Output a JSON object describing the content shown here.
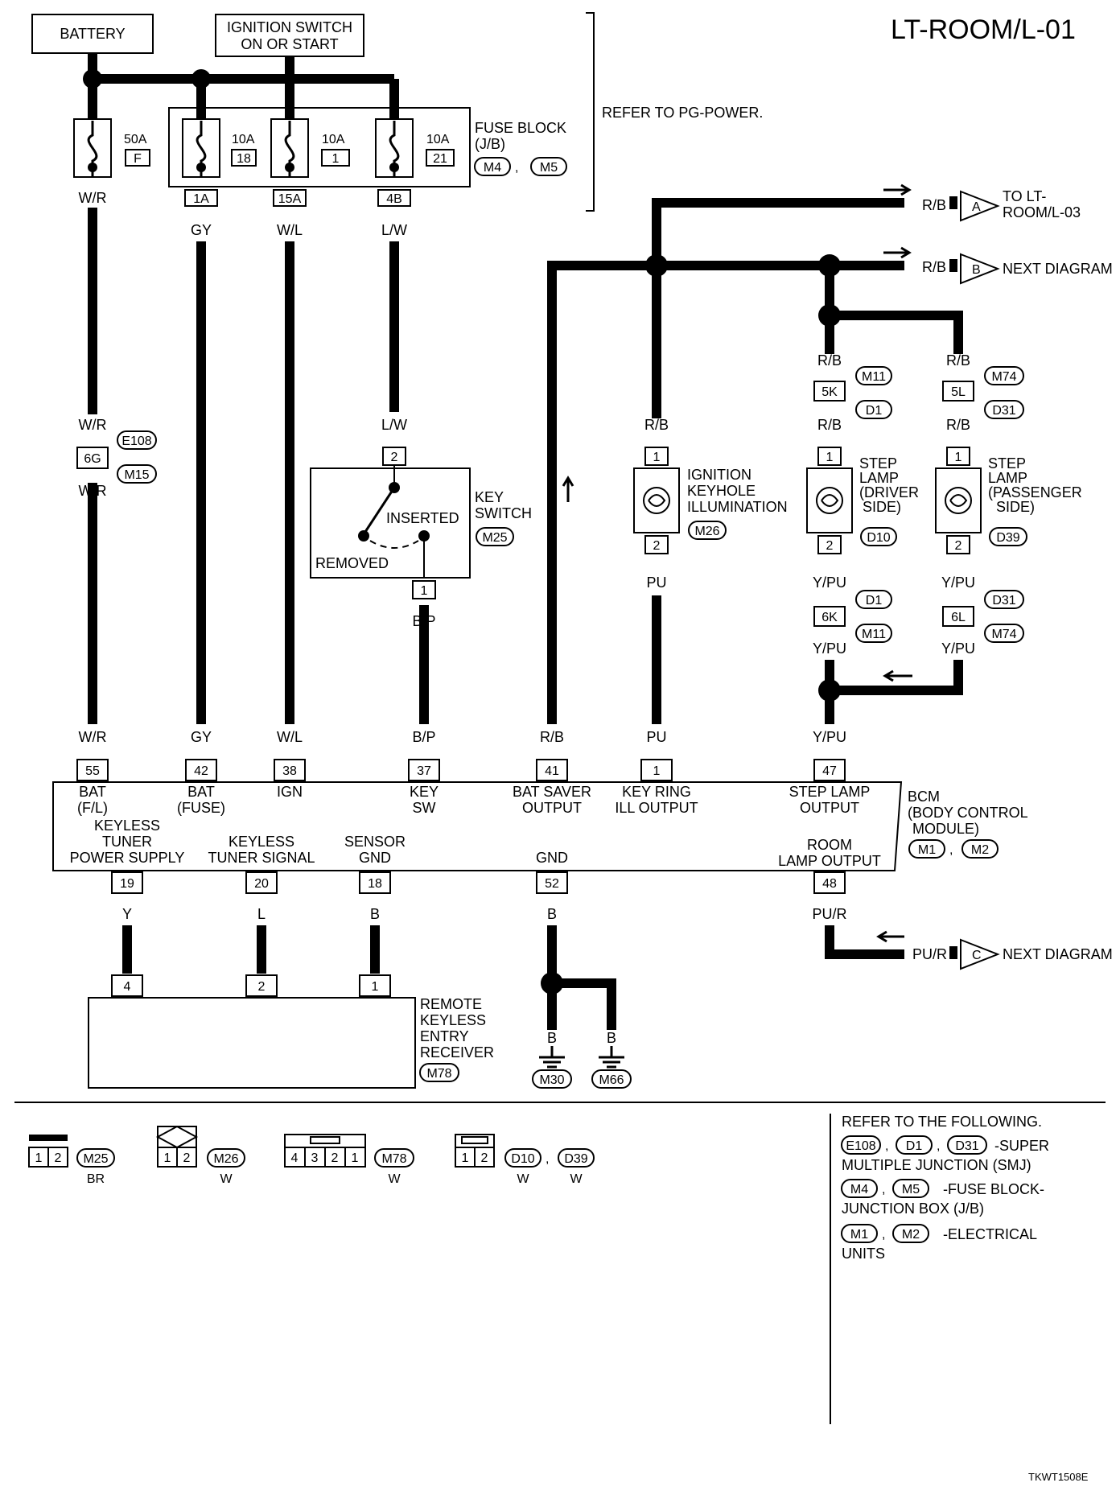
{
  "title": "LT-ROOM/L-01",
  "figure_id": "TKWT1508E",
  "power": {
    "battery": "BATTERY",
    "ignition_line1": "IGNITION SWITCH",
    "ignition_line2": "ON OR START",
    "refer_power": "REFER TO PG-POWER."
  },
  "fuse_block": {
    "line1": "FUSE BLOCK",
    "line2": "(J/B)",
    "conn_a": "M4",
    "conn_b": "M5",
    "sep": ","
  },
  "fuses": [
    {
      "amp": "50A",
      "num": "F"
    },
    {
      "amp": "10A",
      "num": "18",
      "term": "1A"
    },
    {
      "amp": "10A",
      "num": "1",
      "term": "15A"
    },
    {
      "amp": "10A",
      "num": "21",
      "term": "4B"
    }
  ],
  "wires": {
    "wr": "W/R",
    "gy": "GY",
    "wl": "W/L",
    "lw": "L/W",
    "bp": "B/P",
    "rb": "R/B",
    "pu": "PU",
    "ypu": "Y/PU",
    "pur": "PU/R",
    "y": "Y",
    "l": "L",
    "b": "B"
  },
  "offpage": {
    "a_letter": "A",
    "a_line1": "TO LT-",
    "a_line2": "ROOM/L-03",
    "b_letter": "B",
    "b_text": "NEXT DIAGRAM",
    "c_letter": "C",
    "c_text": "NEXT DIAGRAM"
  },
  "smj_left": {
    "term": "6G",
    "c1": "E108",
    "c2": "M15"
  },
  "key_switch": {
    "line1": "KEY",
    "line2": "SWITCH",
    "conn": "M25",
    "inserted": "INSERTED",
    "removed": "REMOVED",
    "pin_top": "2",
    "pin_bottom": "1"
  },
  "ign_keyhole": {
    "line1": "IGNITION",
    "line2": "KEYHOLE",
    "line3": "ILLUMINATION",
    "conn": "M26",
    "pin_top": "1",
    "pin_bottom": "2"
  },
  "step_driver": {
    "line1": "STEP",
    "line2": "LAMP",
    "line3": "(DRIVER",
    "line4": "SIDE)",
    "conn": "D10",
    "pin_top": "1",
    "pin_bottom": "2",
    "j_top": "5K",
    "j_top_c1": "M11",
    "j_top_c2": "D1",
    "j_bot": "6K",
    "j_bot_c1": "D1",
    "j_bot_c2": "M11"
  },
  "step_passenger": {
    "line1": "STEP",
    "line2": "LAMP",
    "line3": "(PASSENGER",
    "line4": "SIDE)",
    "conn": "D39",
    "pin_top": "1",
    "pin_bottom": "2",
    "j_top": "5L",
    "j_top_c1": "M74",
    "j_top_c2": "D31",
    "j_bot": "6L",
    "j_bot_c1": "D31",
    "j_bot_c2": "M74"
  },
  "bcm": {
    "line1": "BCM",
    "line2": "(BODY CONTROL",
    "line3": "MODULE)",
    "conn_a": "M1",
    "conn_b": "M2",
    "sep": ",",
    "top_pins": [
      {
        "pin": "55",
        "l1": "BAT",
        "l2": "(F/L)"
      },
      {
        "pin": "42",
        "l1": "BAT",
        "l2": "(FUSE)"
      },
      {
        "pin": "38",
        "l1": "IGN",
        "l2": ""
      },
      {
        "pin": "37",
        "l1": "KEY",
        "l2": "SW"
      },
      {
        "pin": "41",
        "l1": "BAT SAVER",
        "l2": "OUTPUT"
      },
      {
        "pin": "1",
        "l1": "KEY RING",
        "l2": "ILL OUTPUT"
      },
      {
        "pin": "47",
        "l1": "STEP LAMP",
        "l2": "OUTPUT"
      }
    ],
    "bottom_pins": [
      {
        "pin": "19",
        "l1": "KEYLESS",
        "l2": "TUNER",
        "l3": "POWER SUPPLY"
      },
      {
        "pin": "20",
        "l1": "KEYLESS",
        "l2": "TUNER SIGNAL",
        "l3": ""
      },
      {
        "pin": "18",
        "l1": "SENSOR",
        "l2": "GND",
        "l3": ""
      },
      {
        "pin": "52",
        "l1": "GND",
        "l2": "",
        "l3": ""
      },
      {
        "pin": "48",
        "l1": "ROOM",
        "l2": "LAMP OUTPUT",
        "l3": ""
      }
    ]
  },
  "receiver": {
    "line1": "REMOTE",
    "line2": "KEYLESS",
    "line3": "ENTRY",
    "line4": "RECEIVER",
    "conn": "M78",
    "pins": [
      "4",
      "2",
      "1"
    ]
  },
  "grounds": [
    "M30",
    "M66"
  ],
  "connector_views": [
    {
      "pins": [
        "1",
        "2"
      ],
      "conns": [
        "M25"
      ],
      "colors": [
        "BR"
      ]
    },
    {
      "pins": [
        "1",
        "2"
      ],
      "conns": [
        "M26"
      ],
      "colors": [
        "W"
      ]
    },
    {
      "pins": [
        "4",
        "3",
        "2",
        "1"
      ],
      "conns": [
        "M78"
      ],
      "colors": [
        "W"
      ]
    },
    {
      "pins": [
        "1",
        "2"
      ],
      "conns": [
        "D10",
        "D39"
      ],
      "colors": [
        "W",
        "W"
      ]
    }
  ],
  "refer": {
    "title": "REFER TO THE FOLLOWING.",
    "smj_conns": [
      "E108",
      "D1",
      "D31"
    ],
    "smj_l1": "-SUPER",
    "smj_l2": "MULTIPLE JUNCTION (SMJ)",
    "fb_conns": [
      "M4",
      "M5"
    ],
    "fb_l1": "-FUSE BLOCK-",
    "fb_l2": "JUNCTION BOX (J/B)",
    "eu_conns": [
      "M1",
      "M2"
    ],
    "eu_l1": "-ELECTRICAL",
    "eu_l2": "UNITS",
    "sep": ","
  }
}
